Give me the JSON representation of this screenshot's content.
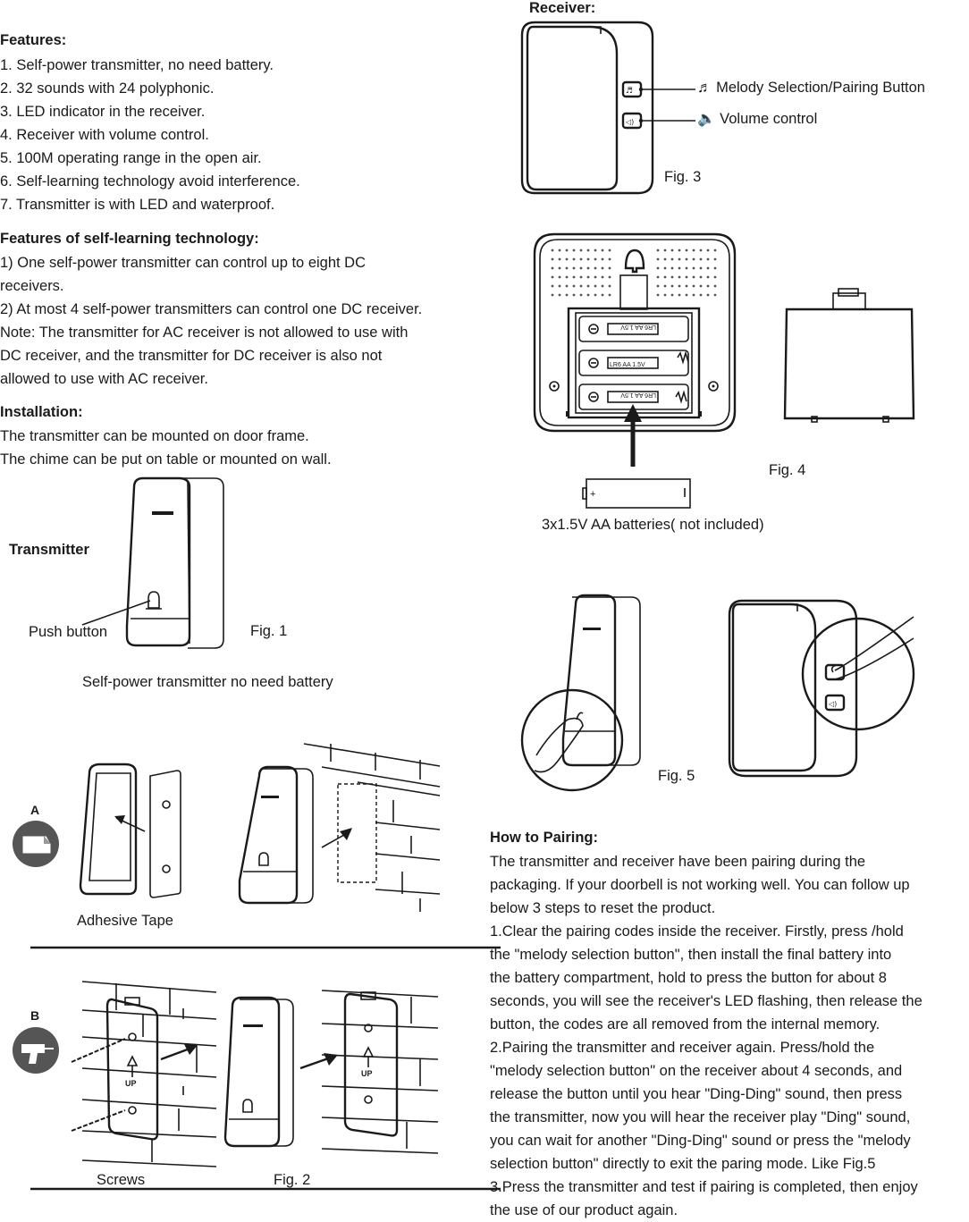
{
  "features": {
    "title": "Features:",
    "items": [
      "1. Self-power transmitter, no need battery.",
      "2. 32 sounds with 24 polyphonic.",
      "3. LED indicator in the receiver.",
      "4. Receiver with volume control.",
      "5. 100M operating range in the open air.",
      "6. Self-learning technology avoid interference.",
      "7. Transmitter is with LED and waterproof."
    ]
  },
  "self_learning": {
    "title": "Features of self-learning technology:",
    "lines": [
      "1) One self-power transmitter can control up to eight DC",
      "receivers.",
      "2) At most 4 self-power transmitters can control one DC receiver.",
      "Note: The transmitter for AC receiver is not allowed to use with",
      "DC receiver, and the transmitter for DC receiver is also not",
      "allowed to use with AC receiver."
    ]
  },
  "installation": {
    "title": "Installation:",
    "lines": [
      "The transmitter can be mounted on door frame.",
      "The chime can be put on table or mounted on wall."
    ]
  },
  "fig1": {
    "transmitter_label": "Transmitter",
    "push_button_label": "Push button",
    "fig_label": "Fig. 1",
    "caption": "Self-power transmitter no need battery"
  },
  "fig2": {
    "a_label": "A",
    "b_label": "B",
    "adhesive_label": "Adhesive Tape",
    "screws_label": "Screws",
    "fig_label": "Fig. 2",
    "up_label": "UP"
  },
  "fig3": {
    "title": "Receiver:",
    "melody_label": "♬ Melody Selection/Pairing Button",
    "volume_label": "🔈 Volume control",
    "fig_label": "Fig. 3"
  },
  "fig4": {
    "battery_text": "LR6  AA  1.5V",
    "plus": "+",
    "fig_label": "Fig. 4",
    "caption": "3x1.5V AA batteries( not included)"
  },
  "fig5": {
    "fig_label": "Fig. 5"
  },
  "pairing": {
    "title": "How to Pairing:",
    "lines": [
      "The transmitter and receiver have been pairing during the",
      "packaging. If your doorbell is not working well. You can follow up",
      "below 3 steps to reset the product.",
      "1.Clear the pairing codes inside the receiver. Firstly, press /hold",
      "the \"melody selection button\", then install the final battery into",
      "the battery compartment, hold to press the button for about 8",
      "seconds, you will see the receiver's LED flashing, then release the",
      "button, the codes are all removed from the internal memory.",
      "2.Pairing the transmitter and receiver again. Press/hold the",
      "\"melody selection button\" on the receiver about 4 seconds, and",
      "release the button until you hear \"Ding-Ding\" sound, then press",
      "the transmitter, now you will hear the receiver play \"Ding\" sound,",
      "you can wait for another \"Ding-Ding\" sound or press the \"melody",
      "selection button\" directly to exit the paring mode. Like Fig.5",
      "3.Press the transmitter and test if pairing is completed, then enjoy",
      "the use of our product again."
    ]
  }
}
